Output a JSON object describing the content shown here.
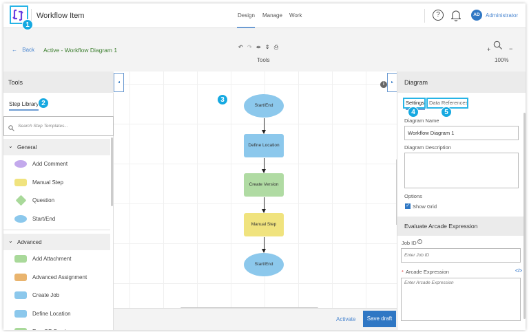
{
  "header": {
    "app_title": "Workflow Item",
    "nav": [
      "Design",
      "Manage",
      "Work"
    ],
    "active_nav": "Design",
    "user_initials": "AD",
    "user_name": "Administrator",
    "icons": [
      "workflow-logo-icon",
      "help-icon",
      "bell-icon"
    ]
  },
  "toolbar": {
    "back_label": "Back",
    "diagram_status": "Active - Workflow Diagram 1",
    "tools_label": "Tools",
    "zoom_level": "100%",
    "tool_icons": [
      "undo-icon",
      "redo-icon",
      "distribute-horizontal-icon",
      "distribute-vertical-icon",
      "print-icon"
    ],
    "zoom_in": "+",
    "zoom_out": "−"
  },
  "left_panel": {
    "title": "Tools",
    "tab": "Step Library",
    "search_placeholder": "Search Step Templates...",
    "groups": [
      {
        "label": "General",
        "items": [
          {
            "label": "Add Comment",
            "shape": "ellipse",
            "color": "#c3a9ec"
          },
          {
            "label": "Manual Step",
            "shape": "rect",
            "color": "#f0e37e"
          },
          {
            "label": "Question",
            "shape": "diamond",
            "color": "#a9d99a"
          },
          {
            "label": "Start/End",
            "shape": "ellipse",
            "color": "#8cc8ec"
          }
        ]
      },
      {
        "label": "Advanced",
        "items": [
          {
            "label": "Add Attachment",
            "shape": "rect",
            "color": "#a9d99a"
          },
          {
            "label": "Advanced Assignment",
            "shape": "rect",
            "color": "#e9b46e"
          },
          {
            "label": "Create Job",
            "shape": "rect",
            "color": "#8cc8ec"
          },
          {
            "label": "Define Location",
            "shape": "rect",
            "color": "#8cc8ec"
          },
          {
            "label": "Run GP Service",
            "shape": "rect",
            "color": "#a9d99a"
          }
        ]
      }
    ]
  },
  "canvas": {
    "nodes": [
      {
        "label": "Start/End",
        "shape": "ellipse",
        "color": "#8cc8ec"
      },
      {
        "label": "Define Location",
        "shape": "rect",
        "color": "#8cc8ec"
      },
      {
        "label": "Create Version",
        "shape": "rect",
        "color": "#b0dba3"
      },
      {
        "label": "Manual Step",
        "shape": "rect",
        "color": "#f0e37e"
      },
      {
        "label": "Start/End",
        "shape": "ellipse",
        "color": "#8cc8ec"
      }
    ]
  },
  "footer": {
    "activate_label": "Activate",
    "save_label": "Save draft"
  },
  "right_panel": {
    "title": "Diagram",
    "tabs": [
      "Settings",
      "Data References"
    ],
    "active_tab": "Settings",
    "name_label": "Diagram Name",
    "name_value": "Workflow Diagram 1",
    "description_label": "Diagram Description",
    "description_value": "",
    "options_label": "Options",
    "show_grid_label": "Show Grid",
    "show_grid_checked": true,
    "arcade_section": "Evaluate Arcade Expression",
    "job_id_label": "Job ID",
    "job_id_placeholder": "Enter Job ID",
    "required_mark": "*",
    "arcade_label": "Arcade Expression",
    "arcade_placeholder": "Enter Arcade Expression"
  },
  "badges": [
    "1",
    "2",
    "3",
    "4",
    "5"
  ],
  "colors": {
    "accent": "#2f77c4",
    "badge": "#16a9e1",
    "status_green": "#3a7d2c"
  }
}
